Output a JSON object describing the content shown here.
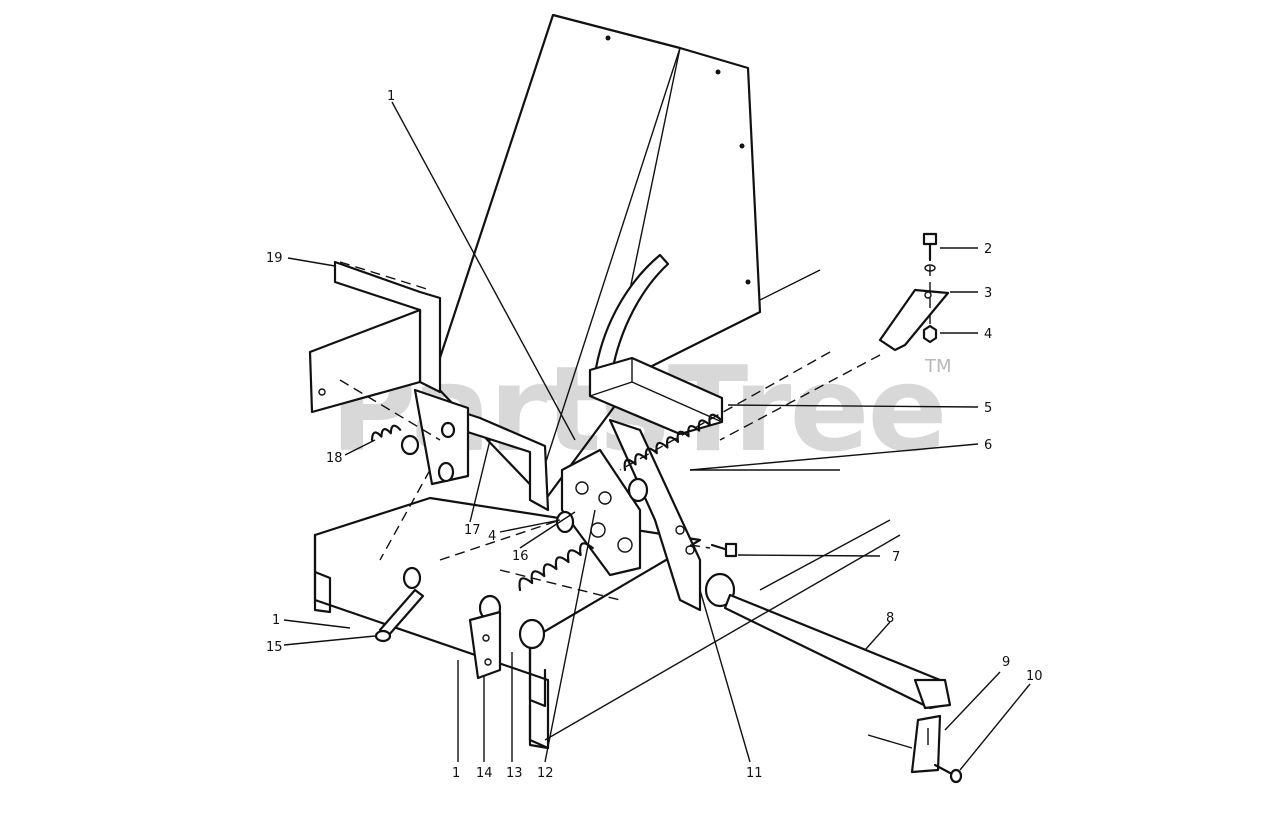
{
  "watermark": {
    "text": "PartsTree",
    "trademark": "TM"
  },
  "callouts": [
    {
      "id": "c1a",
      "label": "1"
    },
    {
      "id": "c19",
      "label": "19"
    },
    {
      "id": "c18",
      "label": "18"
    },
    {
      "id": "c17",
      "label": "17"
    },
    {
      "id": "c4a",
      "label": "4"
    },
    {
      "id": "c16",
      "label": "16"
    },
    {
      "id": "c1b",
      "label": "1"
    },
    {
      "id": "c15",
      "label": "15"
    },
    {
      "id": "c1c",
      "label": "1"
    },
    {
      "id": "c14",
      "label": "14"
    },
    {
      "id": "c13",
      "label": "13"
    },
    {
      "id": "c12",
      "label": "12"
    },
    {
      "id": "c11",
      "label": "11"
    },
    {
      "id": "c2",
      "label": "2"
    },
    {
      "id": "c3",
      "label": "3"
    },
    {
      "id": "c4b",
      "label": "4"
    },
    {
      "id": "c5",
      "label": "5"
    },
    {
      "id": "c6",
      "label": "6"
    },
    {
      "id": "c7",
      "label": "7"
    },
    {
      "id": "c8",
      "label": "8"
    },
    {
      "id": "c9",
      "label": "9"
    },
    {
      "id": "c10",
      "label": "10"
    }
  ]
}
